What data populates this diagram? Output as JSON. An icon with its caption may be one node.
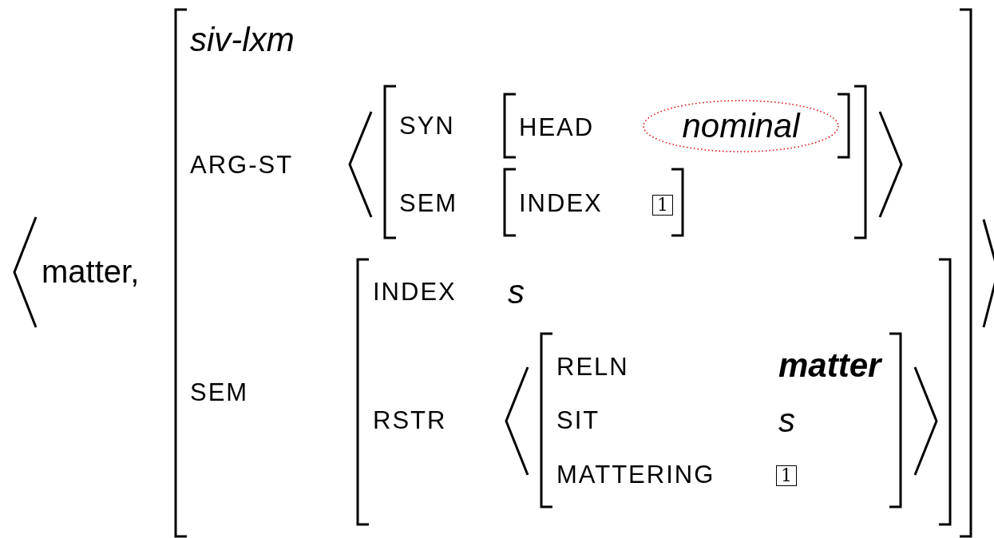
{
  "diagram": {
    "nodes": [
      {
        "text": [
          "nominal"
        ]
      }
    ],
    "edges": [],
    "labels": [
      "matter,",
      "siv-lxm",
      "ARG-ST",
      "SYN",
      "HEAD",
      "SEM",
      "INDEX",
      "1",
      "SEM",
      "INDEX",
      "s",
      "RSTR",
      "RELN",
      "matter",
      "SIT",
      "s",
      "MATTERING",
      "1"
    ]
  }
}
